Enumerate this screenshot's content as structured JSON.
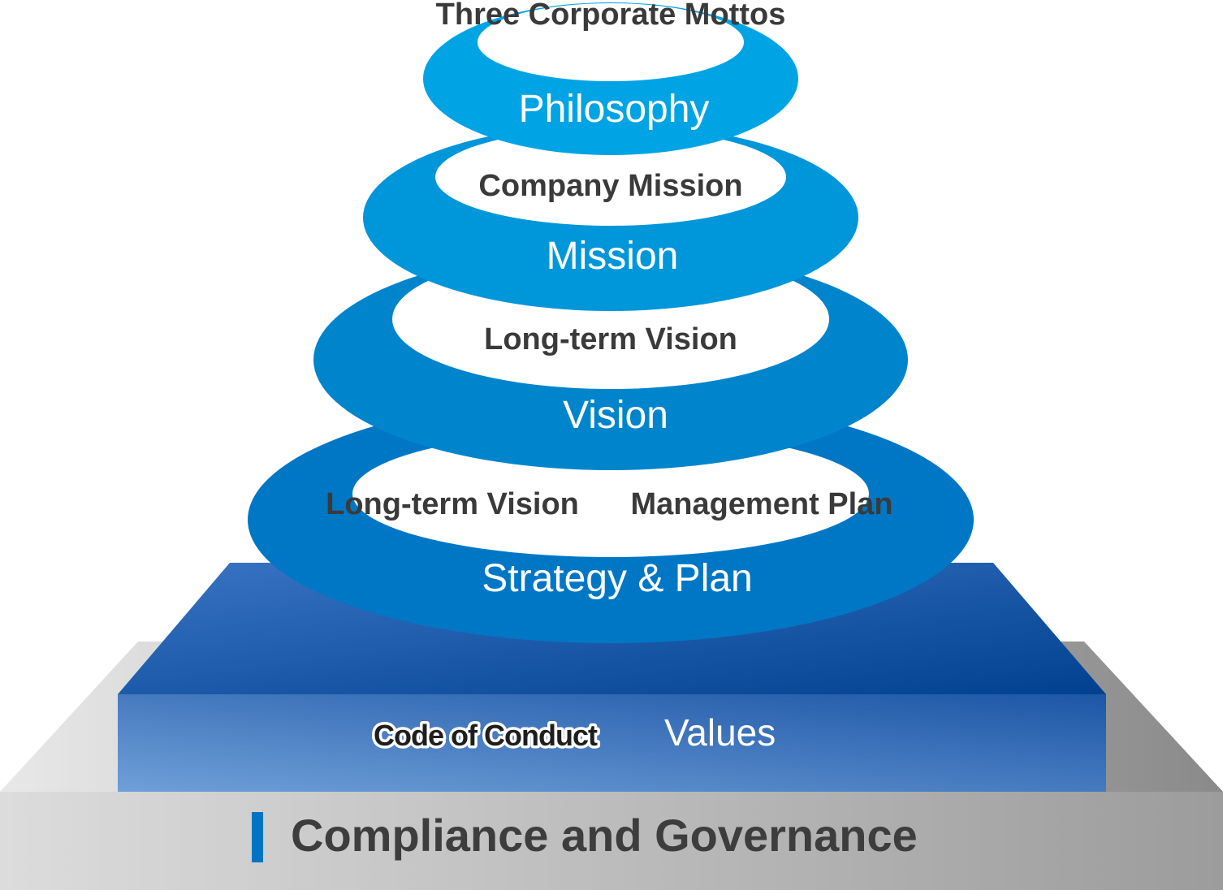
{
  "colors": {
    "philosophy": "#00a4e4",
    "mission": "#0096da",
    "vision": "#0084cc",
    "strategy": "#0077c5",
    "values_dark": "#00418f",
    "values_light": "#6f9fd8",
    "base_gray": "#b8b8b8",
    "accent_bar": "#0074c4",
    "dark_text": "#3a3a3a"
  },
  "layers": {
    "philosophy": {
      "inner_label": "Three Corporate Mottos",
      "label": "Philosophy"
    },
    "mission": {
      "inner_label": "Company Mission",
      "label": "Mission"
    },
    "vision": {
      "inner_label": "Long-term Vision",
      "label": "Vision"
    },
    "strategy": {
      "inner_label_left": "Long-term Vision",
      "inner_label_right": "Management Plan",
      "label": "Strategy & Plan"
    }
  },
  "values": {
    "label": "Values",
    "code_label": "Code of Conduct"
  },
  "base": {
    "label": "Compliance and Governance"
  }
}
